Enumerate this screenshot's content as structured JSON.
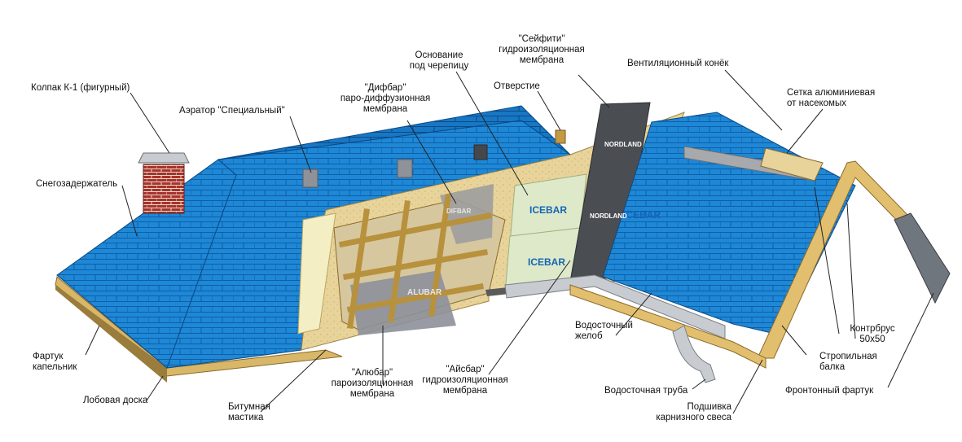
{
  "labels": {
    "cap": "Колпак К-1 (фигурный)",
    "snow": "Снегозадержатель",
    "aerator": "Аэратор \"Специальный\"",
    "difbar": "\"Дифбар\"\nпаро-диффузионная\nмембрана",
    "base": "Основание\nпод черепицу",
    "opening": "Отверстие",
    "safety": "\"Сейфити\"\nгидроизоляционная\nмембрана",
    "ridge": "Вентиляционный конёк",
    "mesh": "Сетка алюминиевая\nот насекомых",
    "drip": "Фартук\nкапельник",
    "fascia": "Лобовая доска",
    "mastic": "Битумная\nмастика",
    "alubar": "\"Алюбар\"\nпароизоляционная\nмембрана",
    "icebar": "\"Айсбар\"\nгидроизоляционная\nмембрана",
    "gutter": "Водосточный\nжелоб",
    "pipe": "Водосточная труба",
    "soffit": "Подшивка\nкарнизного свеса",
    "counter": "Контрбрус\n50х50",
    "rafter": "Стропильная\nбалка",
    "gable": "Фронтонный фартук"
  },
  "marks": {
    "icebar": "ICEBAR",
    "nordland": "NORDLAND",
    "difbar": "DIFBAR",
    "alubar": "ALUBAR"
  },
  "colors": {
    "shingle": "#1e88d6",
    "shingle_dark": "#1469b3",
    "shingle_line": "#0d4f8f",
    "osb": "#e7d39a",
    "wood": "#e2bf6e",
    "wood_dark": "#a7812f",
    "icebar": "#dce9c8",
    "safety": "#4a4d52",
    "difbar": "#9a9a9a",
    "alubar": "#8c8f98",
    "brick": "#a8322c",
    "metal": "#c8ccd0",
    "leader": "#222222"
  }
}
